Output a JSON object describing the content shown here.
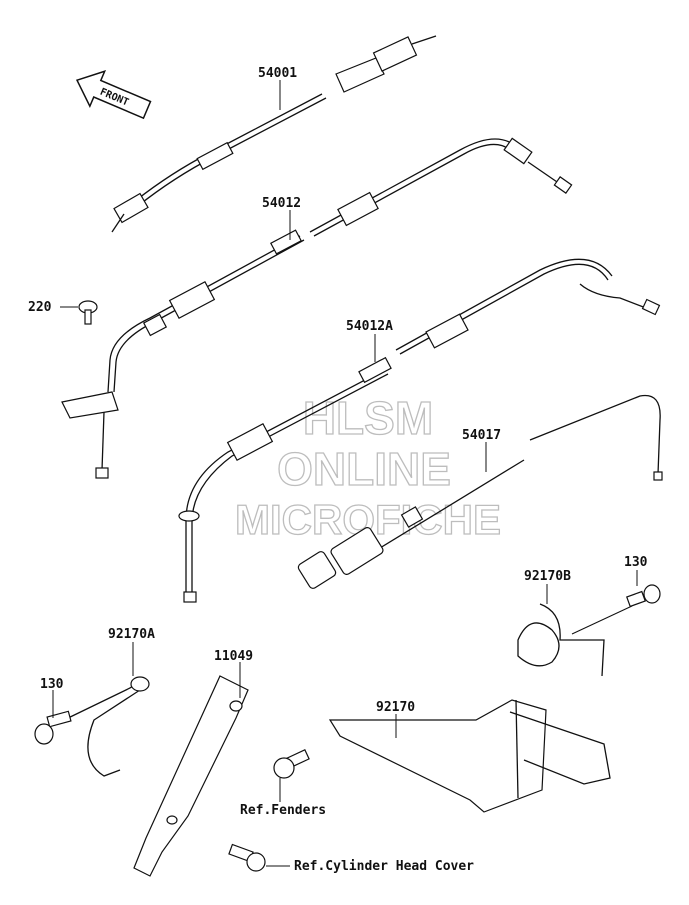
{
  "front_arrow": {
    "label": "FRONT"
  },
  "watermark": {
    "line1": "HLSM",
    "line2": "ONLINE",
    "line3": "MICROFICHE"
  },
  "parts": [
    {
      "id": "p-54001",
      "number": "54001"
    },
    {
      "id": "p-54012",
      "number": "54012"
    },
    {
      "id": "p-220",
      "number": "220"
    },
    {
      "id": "p-54012A",
      "number": "54012A"
    },
    {
      "id": "p-54017",
      "number": "54017"
    },
    {
      "id": "p-92170B",
      "number": "92170B"
    },
    {
      "id": "p-130a",
      "number": "130"
    },
    {
      "id": "p-92170A",
      "number": "92170A"
    },
    {
      "id": "p-11049",
      "number": "11049"
    },
    {
      "id": "p-130b",
      "number": "130"
    },
    {
      "id": "p-92170",
      "number": "92170"
    }
  ],
  "references": {
    "fenders": "Ref.Fenders",
    "cylinder_head_cover": "Ref.Cylinder Head Cover"
  }
}
